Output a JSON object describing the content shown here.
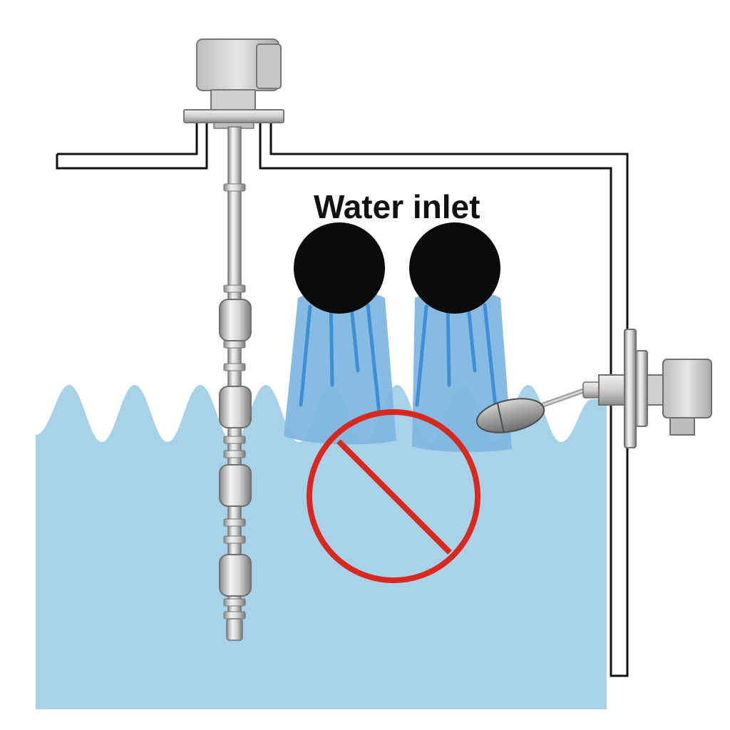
{
  "diagram": {
    "inlet_label": "Water inlet",
    "colors": {
      "water": "#a8d2ea",
      "stream": "#7fb7e2",
      "stream_streaks": "#3f8fd4",
      "inlet_pipe": "#0b0b0b",
      "prohibition": "#d9291f",
      "tank_wall": "#111111",
      "metal_light": "#e6e6e6",
      "metal_dark": "#7a7a7a"
    },
    "components": [
      "tank",
      "top-mounted-multipoint-float-switch",
      "water-inlet-pipes",
      "water-streams",
      "side-mounted-float-switch",
      "prohibition-sign"
    ],
    "icons": [
      "prohibition-icon"
    ]
  }
}
